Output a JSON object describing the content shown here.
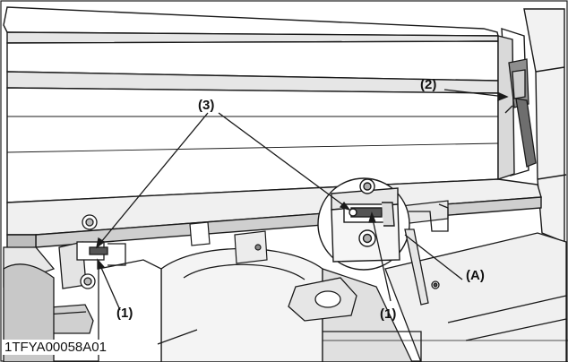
{
  "labels": {
    "l1_left": "(1)",
    "l1_right": "(1)",
    "l2": "(2)",
    "l3": "(3)",
    "lA": "(A)"
  },
  "figure_code": "1TFYA00058A01",
  "colors": {
    "line": "#1a1a1a",
    "panel": "#ffffff",
    "shade_light": "#dcdcdc",
    "shade_mid": "#b8b8b8",
    "shade_dark": "#555555"
  }
}
